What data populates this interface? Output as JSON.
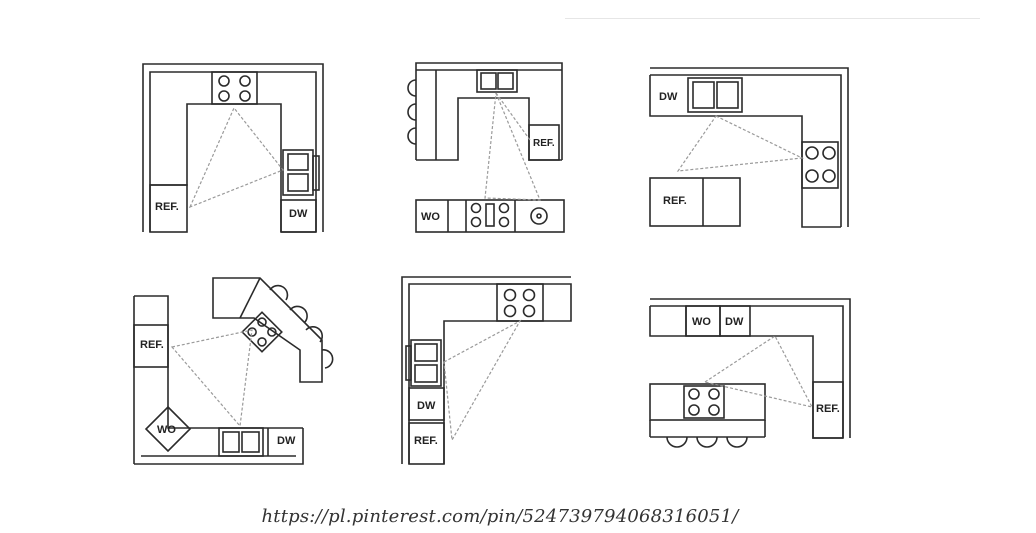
{
  "labels": {
    "ref": "REF.",
    "dw": "DW",
    "wo": "WO"
  },
  "source_url": "https://pl.pinterest.com/pin/524739794068316051/",
  "colors": {
    "line": "#2b2b2b",
    "triangle": "#9a9a9a",
    "rule": "#e6e6e6"
  }
}
